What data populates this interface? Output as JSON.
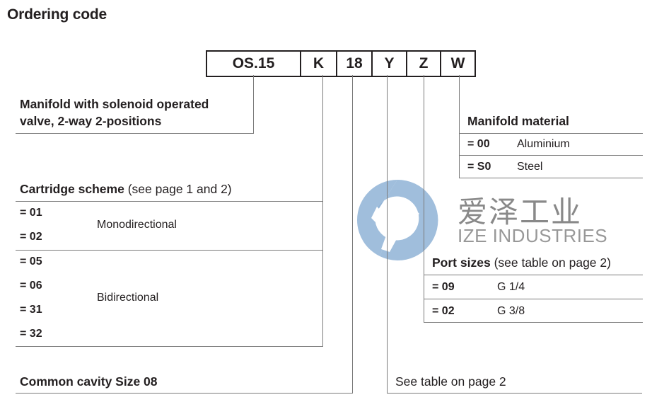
{
  "title": "Ordering code",
  "code_boxes": [
    {
      "id": "os15",
      "label": "OS.15"
    },
    {
      "id": "k",
      "label": "K"
    },
    {
      "id": "18",
      "label": "18"
    },
    {
      "id": "y",
      "label": "Y"
    },
    {
      "id": "z",
      "label": "Z"
    },
    {
      "id": "w",
      "label": "W"
    }
  ],
  "manifold_desc": {
    "line1": "Manifold with solenoid operated",
    "line2": "valve, 2-way 2-positions"
  },
  "cartridge": {
    "heading_bold": "Cartridge scheme",
    "heading_note": "(see page 1 and 2)",
    "groups": [
      {
        "codes": [
          "= 01",
          "= 02"
        ],
        "desc": "Monodirectional"
      },
      {
        "codes": [
          "= 05",
          "= 06",
          "= 31",
          "= 32"
        ],
        "desc": "Bidirectional"
      }
    ]
  },
  "cavity": {
    "label": "Common cavity Size 08"
  },
  "see_table": {
    "label": "See table on page 2"
  },
  "material": {
    "heading": "Manifold material",
    "rows": [
      {
        "code": "= 00",
        "desc": "Aluminium"
      },
      {
        "code": "= S0",
        "desc": "Steel"
      }
    ]
  },
  "port_sizes": {
    "heading_bold": "Port sizes",
    "heading_note": "(see table on page 2)",
    "rows": [
      {
        "code": "= 09",
        "desc": "G 1/4"
      },
      {
        "code": "= 02",
        "desc": "G 3/8"
      }
    ]
  },
  "watermark": {
    "chinese": "爱泽工业",
    "english": "IZE INDUSTRIES",
    "logo_color": "#8fb3d6"
  }
}
